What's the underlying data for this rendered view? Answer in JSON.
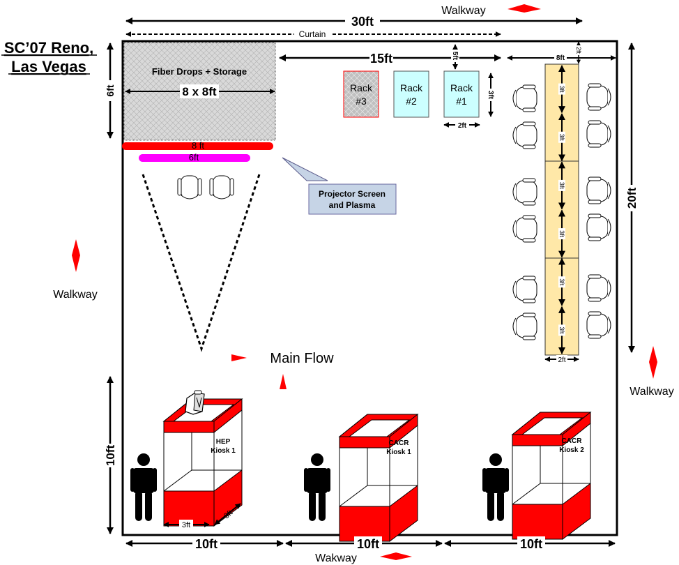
{
  "title": {
    "line1": "SC’07 Reno,",
    "line2": "Las Vegas"
  },
  "dimensions": {
    "overall_width": "30ft",
    "curtain": "Curtain",
    "storage_height": "6ft",
    "storage_size": "8 x 8ft",
    "racks_span": "15ft",
    "rack_gap": "5ft",
    "rack_height": "3ft",
    "rack_width": "2ft",
    "table_area_width": "8ft",
    "table_top_gap": "2ft",
    "table_segment": "3ft",
    "table_width": "2ft",
    "overall_depth": "20ft",
    "kiosk_zone_depth": "10ft",
    "bottom_segments": [
      "10ft",
      "10ft",
      "10ft"
    ],
    "kiosk_front": "3ft",
    "kiosk_side": "3ft",
    "screen_red": "8 ft",
    "screen_magenta": "6ft"
  },
  "labels": {
    "storage": "Fiber Drops + Storage",
    "callout_line1": "Projector Screen",
    "callout_line2": "and Plasma",
    "main_flow": "Main Flow",
    "walkway_top": "Walkway",
    "walkway_left": "Walkway",
    "walkway_right": "Walkway",
    "walkway_bottom": "Wakway"
  },
  "racks": [
    {
      "line1": "Rack",
      "line2": "#3",
      "style": "hatched"
    },
    {
      "line1": "Rack",
      "line2": "#2",
      "style": "cyan"
    },
    {
      "line1": "Rack",
      "line2": "#1",
      "style": "cyan"
    }
  ],
  "kiosks": [
    {
      "line1": "HEP",
      "line2": "Kiosk 1",
      "has_projector": true
    },
    {
      "line1": "CACR",
      "line2": "Kiosk 1",
      "has_projector": false
    },
    {
      "line1": "CACR",
      "line2": "Kiosk 2",
      "has_projector": false
    }
  ],
  "table_segments": [
    "3ft",
    "3ft",
    "3ft",
    "3ft",
    "3ft",
    "3ft"
  ],
  "colors": {
    "red": "#ff0000",
    "magenta": "#ff00ff",
    "rack_cyan": "#ccffff",
    "table_yellow": "#ffe8a8",
    "callout_fill": "#c6d4e6",
    "storage_gray": "#d9d9d9"
  }
}
